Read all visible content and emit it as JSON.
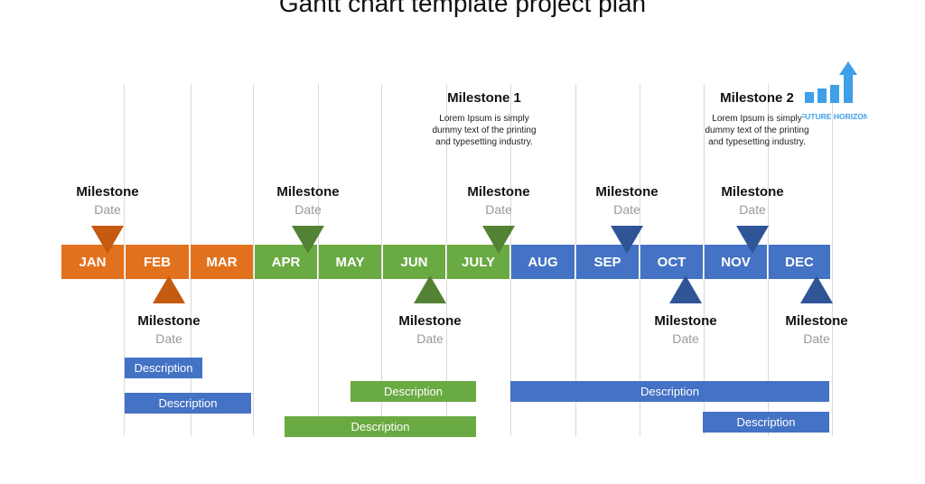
{
  "title": "Gantt chart template project plan",
  "colors": {
    "orange": "#E2711D",
    "green": "#6AAA42",
    "blue": "#4472C4",
    "orange_dark": "#C55A11",
    "green_dark": "#548235",
    "blue_dark": "#2F5597"
  },
  "months": [
    "JAN",
    "FEB",
    "MAR",
    "APR",
    "MAY",
    "JUN",
    "JULY",
    "AUG",
    "SEP",
    "OCT",
    "NOV",
    "DEC"
  ],
  "milestones": [
    {
      "title": "Milestone",
      "date": "Date",
      "month": "JAN",
      "position": "top"
    },
    {
      "title": "Milestone",
      "date": "Date",
      "month": "FEB",
      "position": "bottom"
    },
    {
      "title": "Milestone",
      "date": "Date",
      "month": "APR",
      "position": "top"
    },
    {
      "title": "Milestone",
      "date": "Date",
      "month": "JUN",
      "position": "bottom"
    },
    {
      "title": "Milestone",
      "date": "Date",
      "month": "JULY",
      "position": "top"
    },
    {
      "title": "Milestone",
      "date": "Date",
      "month": "SEP",
      "position": "top"
    },
    {
      "title": "Milestone",
      "date": "Date",
      "month": "OCT",
      "position": "bottom"
    },
    {
      "title": "Milestone",
      "date": "Date",
      "month": "NOV",
      "position": "top"
    },
    {
      "title": "Milestone",
      "date": "Date",
      "month": "DEC",
      "position": "bottom"
    }
  ],
  "key_milestones": [
    {
      "title": "Milestone 1",
      "text": "Lorem Ipsum is simply dummy text of the printing and typesetting industry."
    },
    {
      "title": "Milestone 2",
      "text": "Lorem Ipsum is simply dummy text of the printing and typesetting industry."
    }
  ],
  "descriptions": [
    {
      "label": "Description",
      "color": "blue"
    },
    {
      "label": "Description",
      "color": "blue"
    },
    {
      "label": "Description",
      "color": "green"
    },
    {
      "label": "Description",
      "color": "green"
    },
    {
      "label": "Description",
      "color": "blue"
    },
    {
      "label": "Description",
      "color": "blue"
    }
  ],
  "logo": {
    "text": "FUTURE HORIZON",
    "color": "#3DA0E8"
  }
}
